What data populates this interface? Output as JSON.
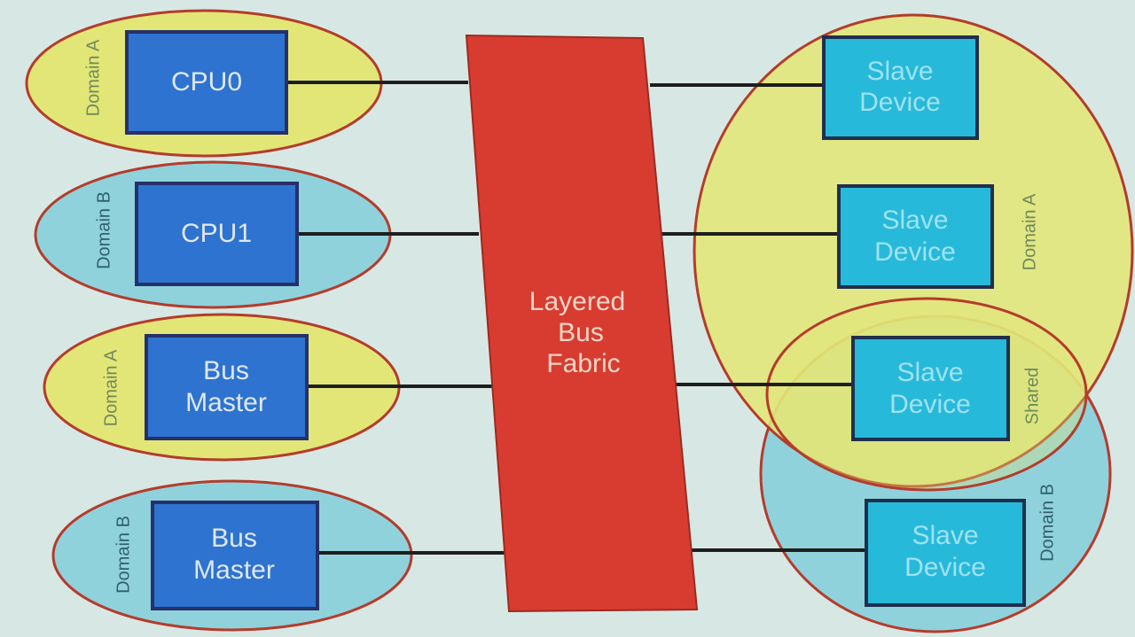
{
  "fabric": {
    "line1": "Layered",
    "line2": "Bus",
    "line3": "Fabric"
  },
  "masters": [
    {
      "domain_label": "Domain A",
      "line1": "CPU0",
      "line2": ""
    },
    {
      "domain_label": "Domain B",
      "line1": "CPU1",
      "line2": ""
    },
    {
      "domain_label": "Domain A",
      "line1": "Bus",
      "line2": "Master"
    },
    {
      "domain_label": "Domain B",
      "line1": "Bus",
      "line2": "Master"
    }
  ],
  "slaves": [
    {
      "line1": "Slave",
      "line2": "Device"
    },
    {
      "line1": "Slave",
      "line2": "Device"
    },
    {
      "line1": "Slave",
      "line2": "Device"
    },
    {
      "line1": "Slave",
      "line2": "Device"
    }
  ],
  "right_domains": {
    "a_label": "Domain A",
    "shared_label": "Shared",
    "b_label": "Domain B"
  },
  "colors": {
    "domain_a_fill": "#e2e676",
    "domain_b_fill": "#8fd2dc",
    "ellipse_stroke": "#b43c2c",
    "master_box": "#2e73cf",
    "master_box_stroke": "#26306a",
    "slave_box": "#27b9da",
    "slave_box_stroke": "#1f2f4e",
    "fabric": "#d83c30",
    "fabric_stroke": "#9c2a22",
    "master_text": "#dfe8f3",
    "slave_text": "#9fe2ef",
    "fabric_text": "#f4d6c8",
    "domain_text_a": "#6f8a5a",
    "domain_text_b": "#2f5f6f",
    "connector": "#1e1e1e"
  }
}
